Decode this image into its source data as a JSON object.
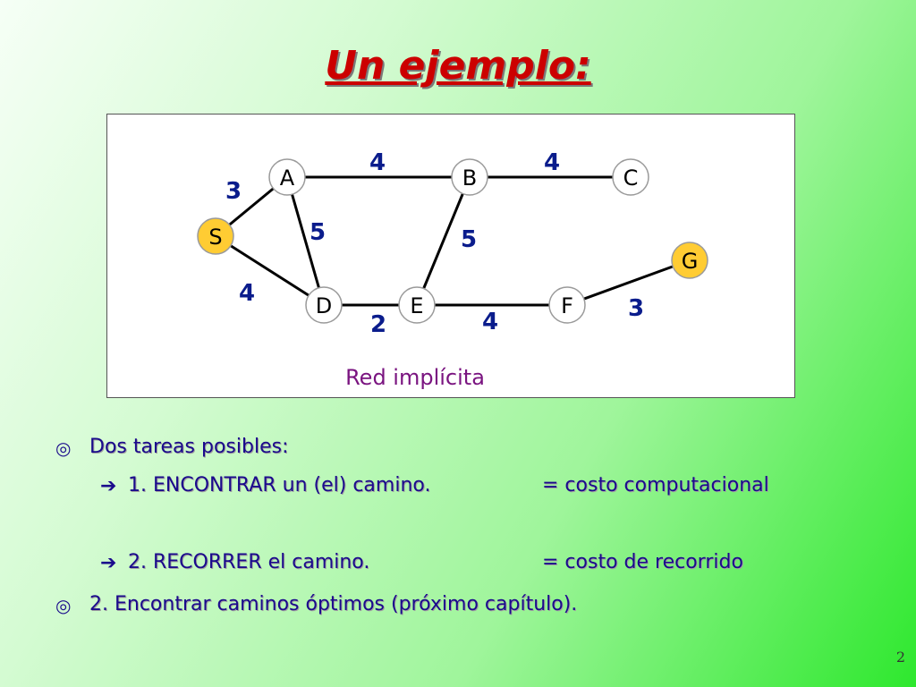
{
  "title": "Un ejemplo:",
  "diagram": {
    "caption": "Red implícita",
    "nodes": [
      {
        "id": "S",
        "label": "S",
        "highlight": true
      },
      {
        "id": "A",
        "label": "A",
        "highlight": false
      },
      {
        "id": "B",
        "label": "B",
        "highlight": false
      },
      {
        "id": "C",
        "label": "C",
        "highlight": false
      },
      {
        "id": "D",
        "label": "D",
        "highlight": false
      },
      {
        "id": "E",
        "label": "E",
        "highlight": false
      },
      {
        "id": "F",
        "label": "F",
        "highlight": false
      },
      {
        "id": "G",
        "label": "G",
        "highlight": true
      }
    ],
    "edges": [
      {
        "from": "S",
        "to": "A",
        "weight": "3"
      },
      {
        "from": "A",
        "to": "B",
        "weight": "4"
      },
      {
        "from": "B",
        "to": "C",
        "weight": "4"
      },
      {
        "from": "A",
        "to": "D",
        "weight": "5"
      },
      {
        "from": "B",
        "to": "E",
        "weight": "5"
      },
      {
        "from": "S",
        "to": "D",
        "weight": "4"
      },
      {
        "from": "D",
        "to": "E",
        "weight": "2"
      },
      {
        "from": "E",
        "to": "F",
        "weight": "4"
      },
      {
        "from": "F",
        "to": "G",
        "weight": "3"
      }
    ],
    "colors": {
      "highlight_fill": "#ffcc33",
      "node_fill": "#ffffff",
      "edge": "#000000",
      "weight": "#0a1c8c"
    }
  },
  "bullets": {
    "b1": "Dos tareas posibles:",
    "s1_left": "1. ENCONTRAR un (el) camino.",
    "s1_right": "= costo computacional",
    "s2_left": "2. RECORRER el camino.",
    "s2_right": "= costo de recorrido",
    "b2": "2. Encontrar caminos óptimos (próximo capítulo)."
  },
  "page_number": "2"
}
